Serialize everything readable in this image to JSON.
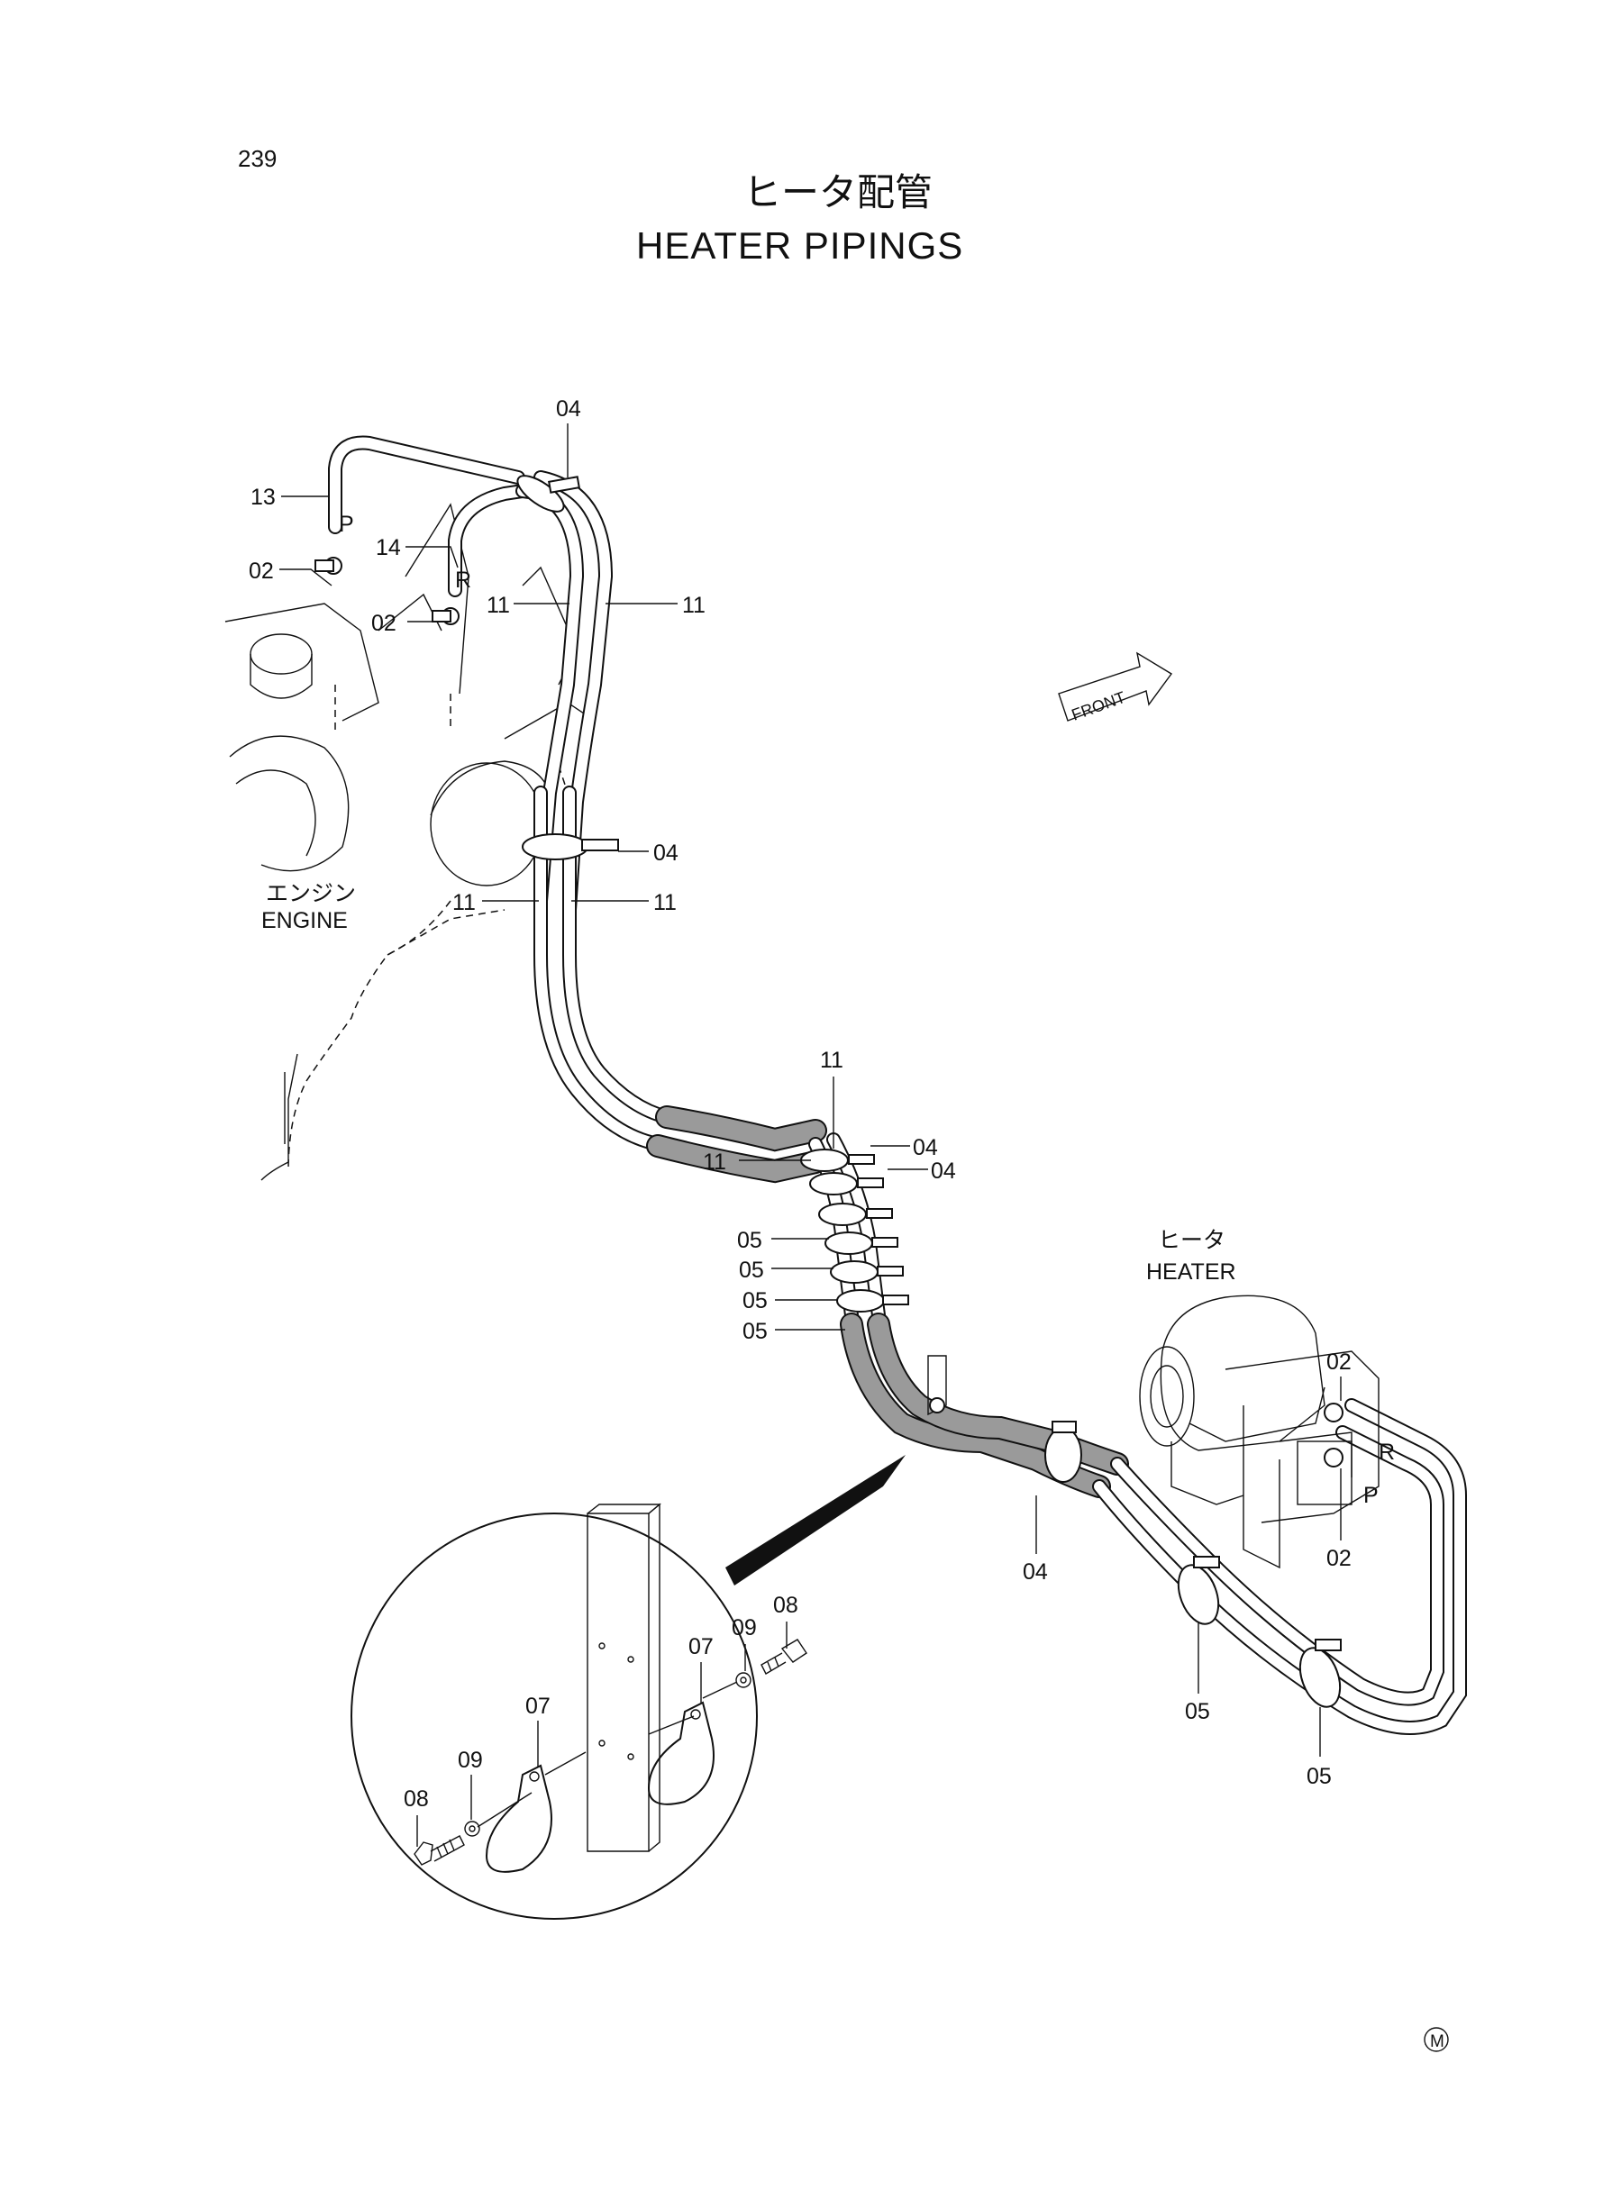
{
  "page_number": "239",
  "title_jp": "ヒータ配管",
  "title_en": "HEATER PIPINGS",
  "labels": {
    "engine_jp": "エンジン",
    "engine_en": "ENGINE",
    "heater_jp": "ヒータ",
    "heater_en": "HEATER",
    "front": "FRONT",
    "port_p": "P",
    "port_r": "R",
    "marker": "M"
  },
  "callouts": {
    "c04_top": "04",
    "c13": "13",
    "c14": "14",
    "c02_a": "02",
    "c02_b": "02",
    "c11_a": "11",
    "c11_b": "11",
    "c04_mid": "04",
    "c11_c": "11",
    "c11_d": "11",
    "c11_e": "11",
    "c04_b": "04",
    "c11_f": "11",
    "c04_c": "04",
    "c05_a": "05",
    "c05_b": "05",
    "c05_c": "05",
    "c05_d": "05",
    "c02_c": "02",
    "c02_d": "02",
    "c04_d": "04",
    "c05_e": "05",
    "c05_f": "05",
    "d08_a": "08",
    "d09_a": "09",
    "d07_a": "07",
    "d07_b": "07",
    "d09_b": "09",
    "d08_b": "08"
  }
}
